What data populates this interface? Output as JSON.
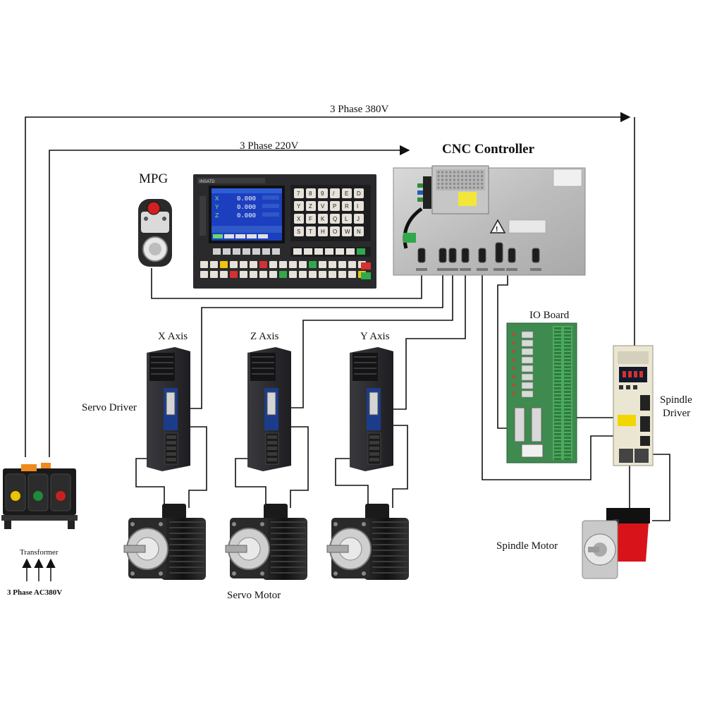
{
  "labels": {
    "phase380_top": "3 Phase 380V",
    "phase220": "3 Phase 220V",
    "cnc_controller": "CNC Controller",
    "mpg": "MPG",
    "io_board": "IO Board",
    "x_axis": "X Axis",
    "z_axis": "Z Axis",
    "y_axis": "Y Axis",
    "servo_driver": "Servo Driver",
    "spindle_driver_line1": "Spindle",
    "spindle_driver_line2": "Driver",
    "spindle_motor": "Spindle Motor",
    "servo_motor": "Servo Motor",
    "transformer": "Transformer",
    "input_power": "3 Phase AC380V"
  },
  "cnc_panel": {
    "brand": "INSATD",
    "axis_rows": [
      {
        "axis": "X",
        "value": "0.000"
      },
      {
        "axis": "Y",
        "value": "0.000"
      },
      {
        "axis": "Z",
        "value": "0.000"
      }
    ],
    "keys_row1": [
      "7",
      "8",
      "9",
      "/",
      "E",
      "D"
    ],
    "keys_row2": [
      "Y",
      "Z",
      "V",
      "P",
      "R",
      "I"
    ],
    "keys_row3": [
      "X",
      "F",
      "K",
      "Q",
      "L",
      "J"
    ],
    "keys_row4": [
      "S",
      "T",
      "H",
      "O",
      "W",
      "N"
    ]
  },
  "colors": {
    "line": "#111111",
    "panel_dark": "#2a2a2c",
    "screen_blue": "#1c3fbf",
    "servo_blue": "#1b3c8a",
    "spindle_red": "#d8141a",
    "pcb_green": "#3f8a4f",
    "power_supply": "#c6c6c6"
  }
}
